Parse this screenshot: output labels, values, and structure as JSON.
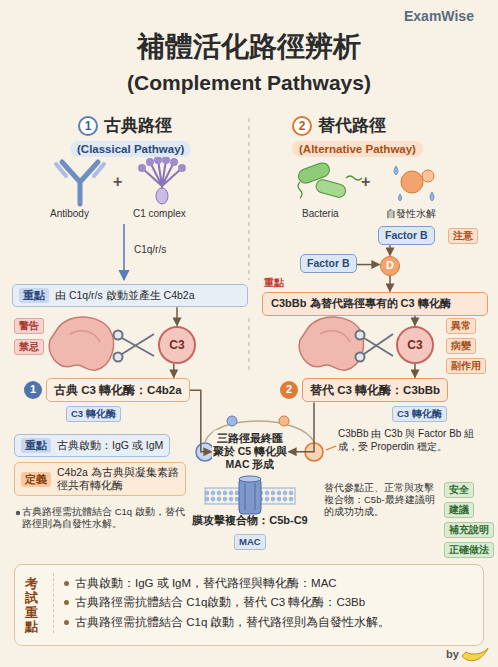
{
  "diagram": {
    "title": "補體活化路徑辨析",
    "nodes": [
      {
        "text": [
          "1"
        ]
      },
      {
        "text": [
          "2"
        ]
      },
      {
        "text": [
          "重點",
          "由 C1q/r/s 啟動並產生 C4b2a"
        ]
      },
      {
        "text": [
          "警告"
        ]
      },
      {
        "text": [
          "禁忌"
        ]
      },
      {
        "text": [
          "C3"
        ]
      },
      {
        "text": [
          "1"
        ]
      },
      {
        "text": [
          "古典 C3 轉化酶：C4b2a"
        ]
      },
      {
        "text": [
          "C3 轉化酶"
        ]
      },
      {
        "text": [
          "重點",
          "古典啟動：IgG 或 IgM"
        ]
      },
      {
        "text": [
          "定義",
          "C4b2a 為古典與凝集素路徑共有轉化酶"
        ]
      },
      {
        "text": [
          "Factor B"
        ]
      },
      {
        "text": [
          "注意"
        ]
      },
      {
        "text": [
          "Factor B"
        ]
      },
      {
        "text": [
          "D"
        ]
      },
      {
        "text": [
          "C3bBb 為替代路徑專有的 C3 轉化酶"
        ]
      },
      {
        "text": [
          "異常"
        ]
      },
      {
        "text": [
          "病變"
        ]
      },
      {
        "text": [
          "副作用"
        ]
      },
      {
        "text": [
          "C3"
        ]
      },
      {
        "text": [
          "2"
        ]
      },
      {
        "text": [
          "替代 C3 轉化酶：C3bBb"
        ]
      },
      {
        "text": [
          "C3 轉化酶"
        ]
      },
      {
        "text": [
          "三路徑最終匯聚於 C5 轉化與 MAC 形成"
        ]
      },
      {
        "text": [
          "MAC"
        ]
      },
      {
        "text": [
          "安全"
        ]
      },
      {
        "text": [
          "建議"
        ]
      },
      {
        "text": [
          "補充說明"
        ]
      },
      {
        "text": [
          "正確做法"
        ]
      },
      {
        "text": [
          "考試重點",
          "古典啟動：IgG 或 IgM，替代路徑與轉化酶：MAC",
          "古典路徑需抗體結合 C1q啟動，替代 C3 轉化酶：C3Bb",
          "古典路徑需抗體結合 C1q 啟動，替代路徑則為自發性水解。"
        ]
      }
    ],
    "edges": [
      {
        "from": 2,
        "to": 5,
        "arrow": "to"
      },
      {
        "from": 5,
        "to": 7,
        "arrow": "to"
      },
      {
        "from": 7,
        "to": 23,
        "arrow": "to"
      },
      {
        "from": 21,
        "to": 23,
        "arrow": "to"
      },
      {
        "from": 11,
        "to": 14,
        "arrow": "to"
      },
      {
        "from": 13,
        "to": 14,
        "arrow": "to"
      },
      {
        "from": 14,
        "to": 15,
        "arrow": "to"
      },
      {
        "from": 15,
        "to": 19,
        "arrow": "to"
      },
      {
        "from": 19,
        "to": 21,
        "arrow": "to"
      }
    ],
    "labels": [
      "ExamWise",
      "(Complement Pathways)",
      "古典路徑",
      "(Classical Pathway)",
      "替代路徑",
      "(Alternative Pathway)",
      "Antibody",
      "+",
      "C1 complex",
      "C1q/r/s",
      "古典路徑需抗體結合 C1q 啟動，替代路徑則為自發性水解。",
      "Bacteria",
      "+",
      "自發性水解",
      "重點",
      "C3bBb 由 C3b 與 Factor Bb 組成，受 Properdin 穩定。",
      "膜攻擊複合物：C5b-C9",
      "替代參點正、正常與攻擊複合物：C5b-最終建議明的成功功成。",
      "by"
    ]
  }
}
